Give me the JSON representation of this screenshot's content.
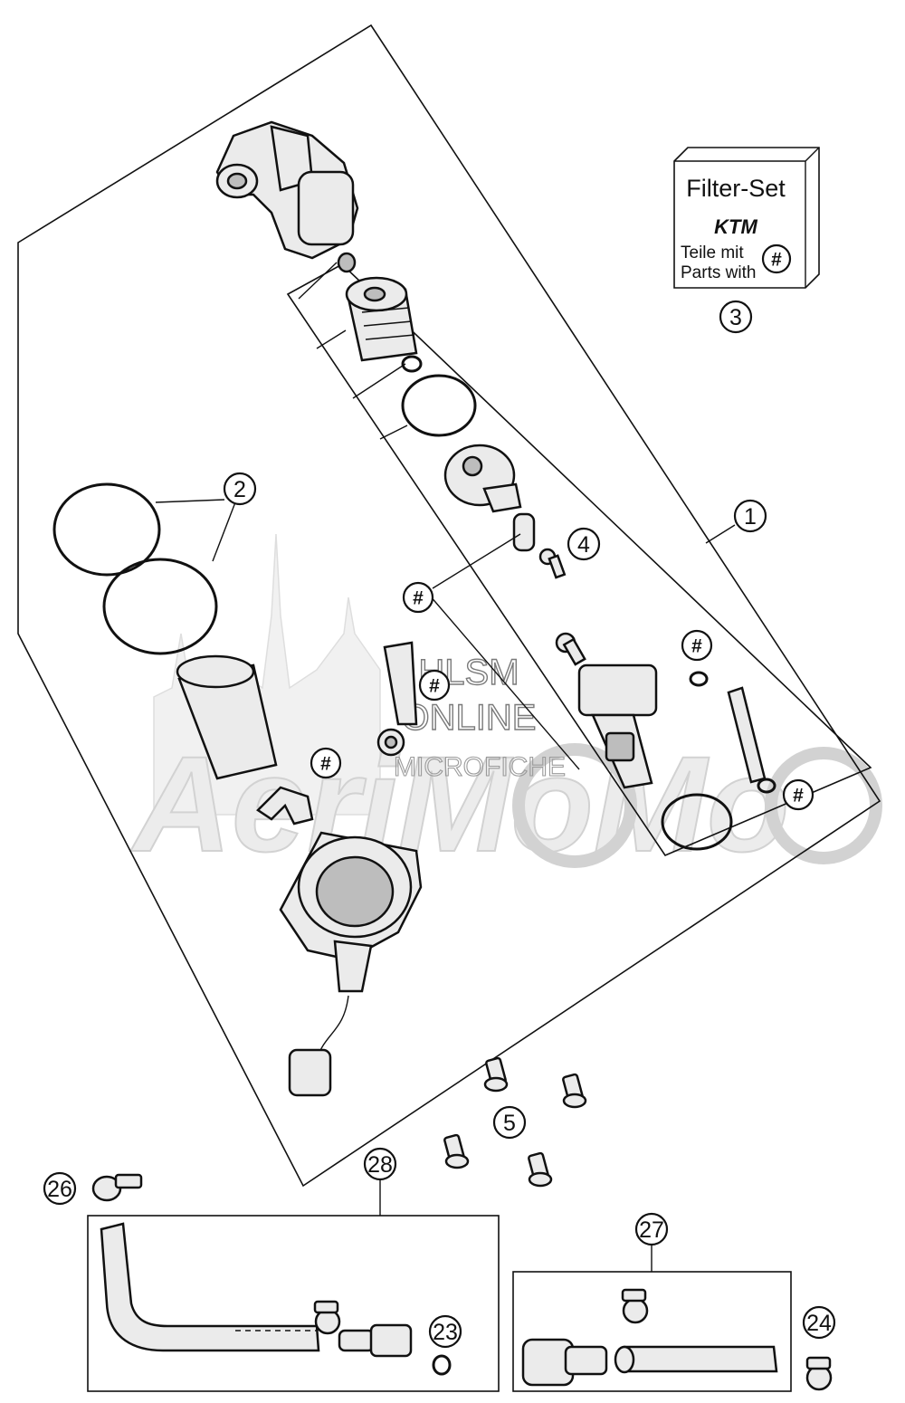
{
  "watermark": {
    "line1": "HLSM",
    "line2": "ONLINE",
    "line3": "MICROFICHE",
    "brand": "AeriMoMo"
  },
  "filter_set_box": {
    "title": "Filter-Set",
    "logo": "KTM",
    "line1": "Teile mit",
    "line2": "Parts with",
    "symbol": "#"
  },
  "hash_symbol": "#",
  "callouts": {
    "c1": "1",
    "c2": "2",
    "c3": "3",
    "c4": "4",
    "c5": "5",
    "c23": "23",
    "c24": "24",
    "c26": "26",
    "c27": "27",
    "c28": "28"
  }
}
